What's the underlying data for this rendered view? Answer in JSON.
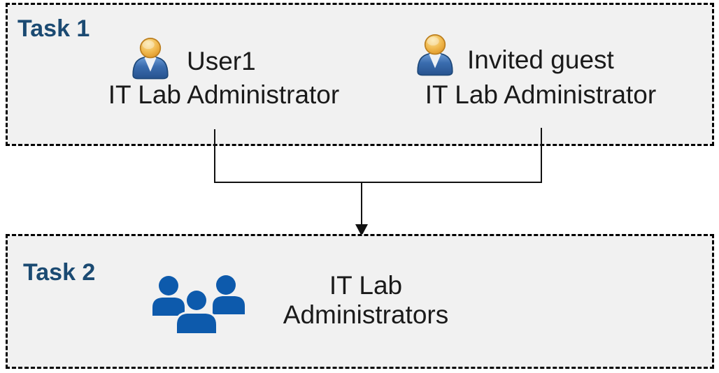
{
  "palette": {
    "box_background": "#f1f1f1",
    "box_border": "#000000",
    "task_label_color": "#1b4a72",
    "text_color": "#1a1a1a",
    "group_icon_blue": "#0d5aac",
    "person_head_gold": "#e9a93d",
    "person_body_blue": "#3a6cae",
    "connector_color": "#111111"
  },
  "task1": {
    "label": "Task 1",
    "people": [
      {
        "name": "User1",
        "role": "IT Lab Administrator",
        "icon": "person-icon"
      },
      {
        "name": "Invited guest",
        "role": "IT Lab Administrator",
        "icon": "person-icon"
      }
    ]
  },
  "connector": {
    "type": "merge-arrow",
    "from": [
      "User1",
      "Invited guest"
    ],
    "to": "IT Lab Administrators"
  },
  "task2": {
    "label": "Task 2",
    "icon": "group-icon",
    "group_name_lines": [
      "IT Lab",
      "Administrators"
    ]
  }
}
